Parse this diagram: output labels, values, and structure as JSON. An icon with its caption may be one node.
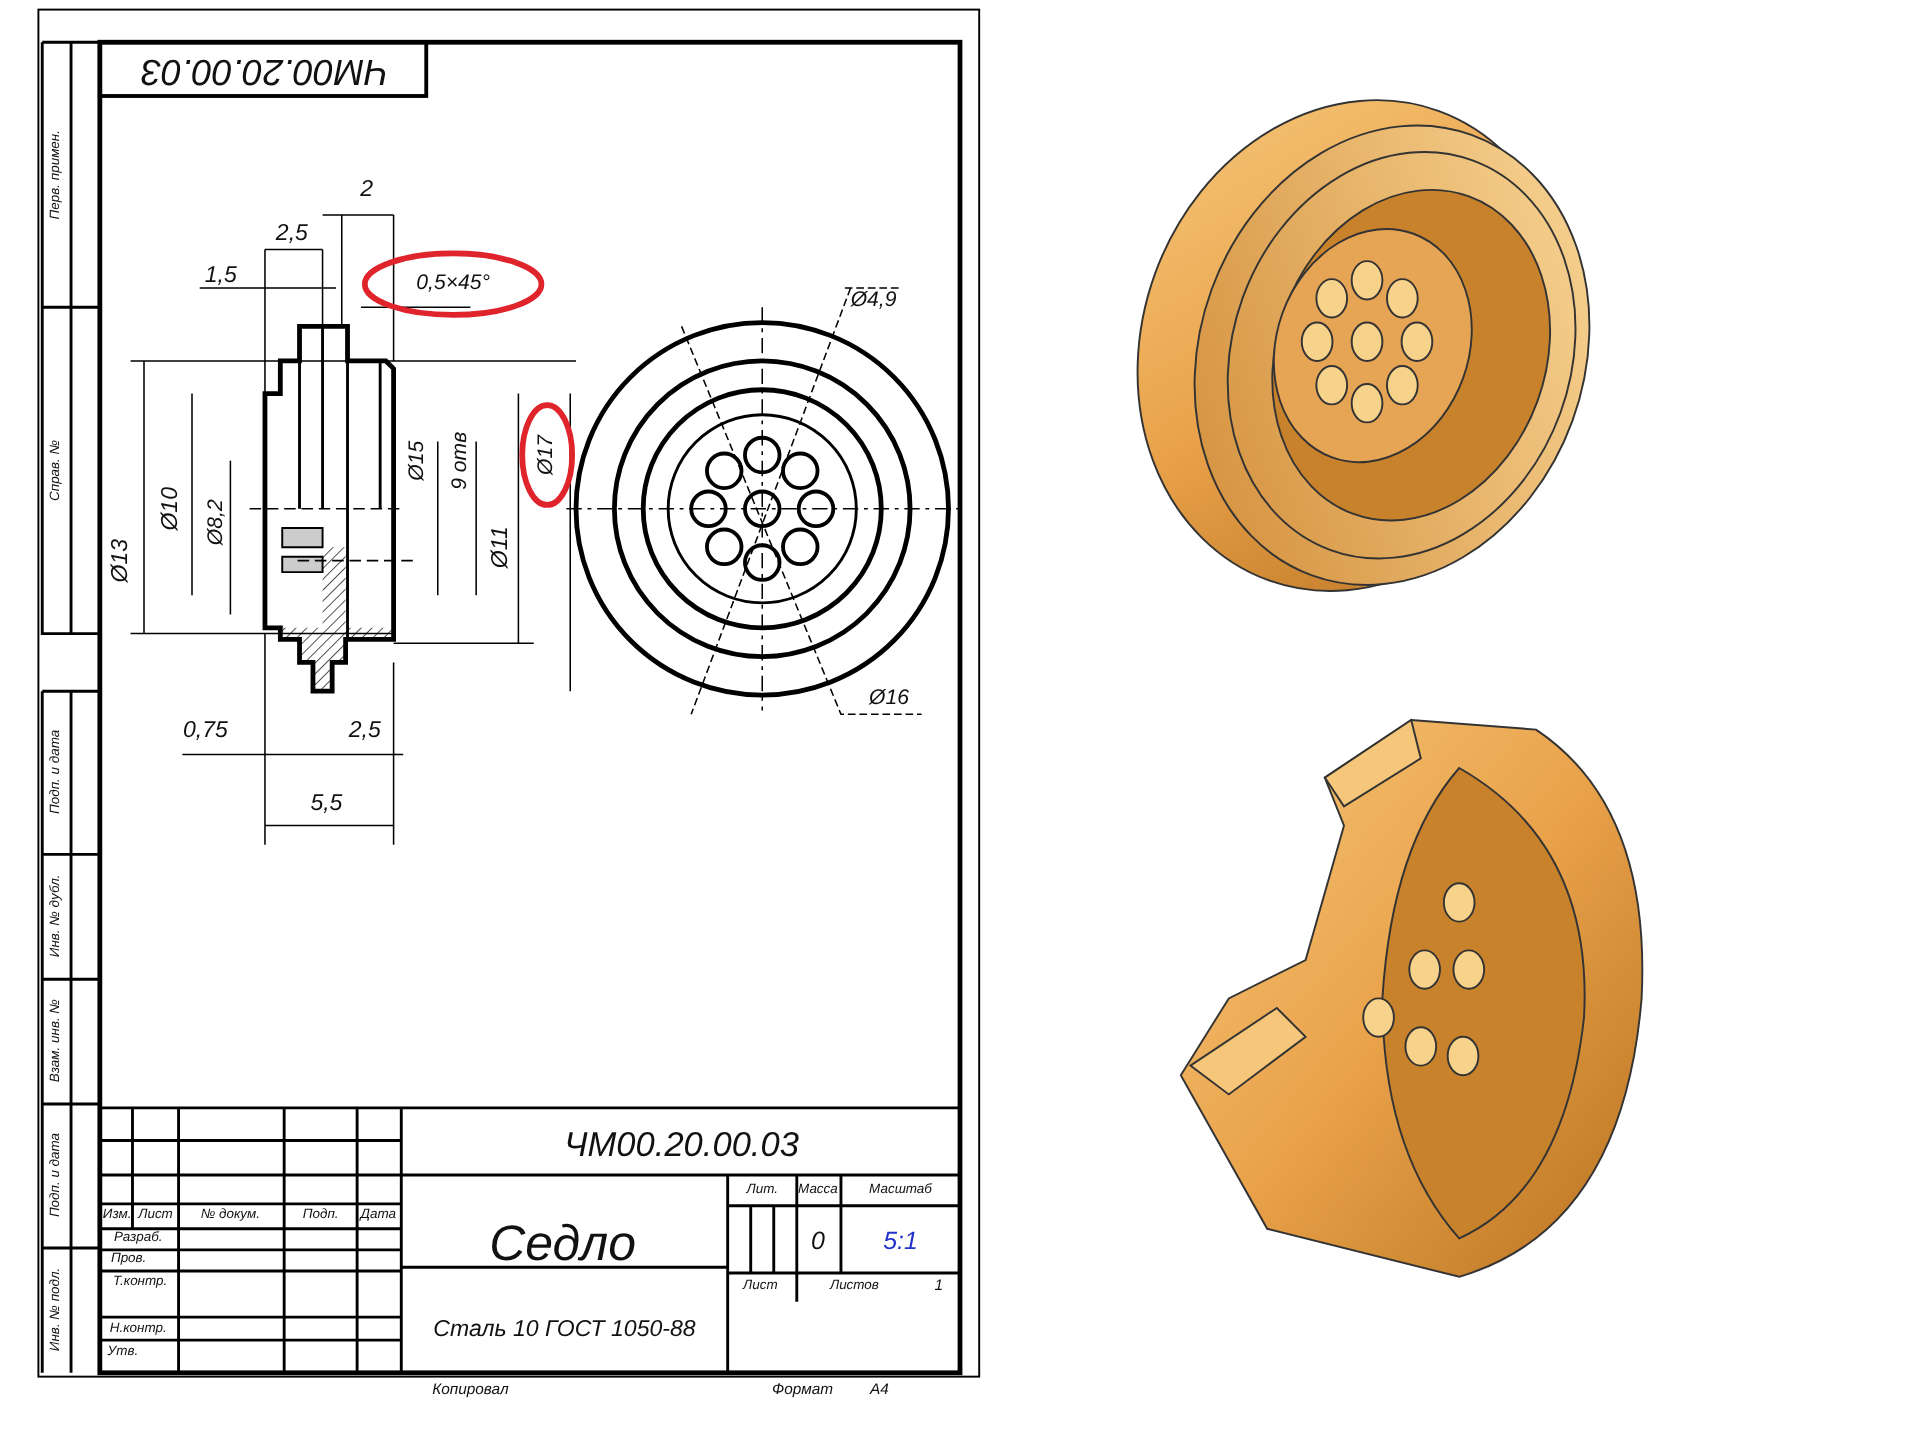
{
  "diagram": {
    "labels": [
      "ЧМ00.20.00.03",
      "2",
      "2,5",
      "1,5",
      "0,5×45°",
      "Ø13",
      "Ø10",
      "Ø8,2",
      "Ø15",
      "9 отв",
      "Ø11",
      "Ø17",
      "0,75",
      "2,5",
      "5,5",
      "Ø4,9",
      "Ø16",
      "ЧМ00.20.00.03",
      "Изм.",
      "Лист",
      "№ докум.",
      "Подп.",
      "Дата",
      "Разраб.",
      "Пров.",
      "Т.контр.",
      "Н.контр.",
      "Утв.",
      "Седло",
      "Сталь 10 ГОСТ 1050-88",
      "Лит.",
      "Масса",
      "Масштаб",
      "0",
      "5:1",
      "Лист",
      "Листов",
      "1",
      "Копировал",
      "Формат",
      "А4",
      "Перв. примен.",
      "Справ. №",
      "Подп. и дата",
      "Инв. № дубл.",
      "Взам. инв. №",
      "Подп. и дата",
      "Инв. № подл."
    ]
  }
}
